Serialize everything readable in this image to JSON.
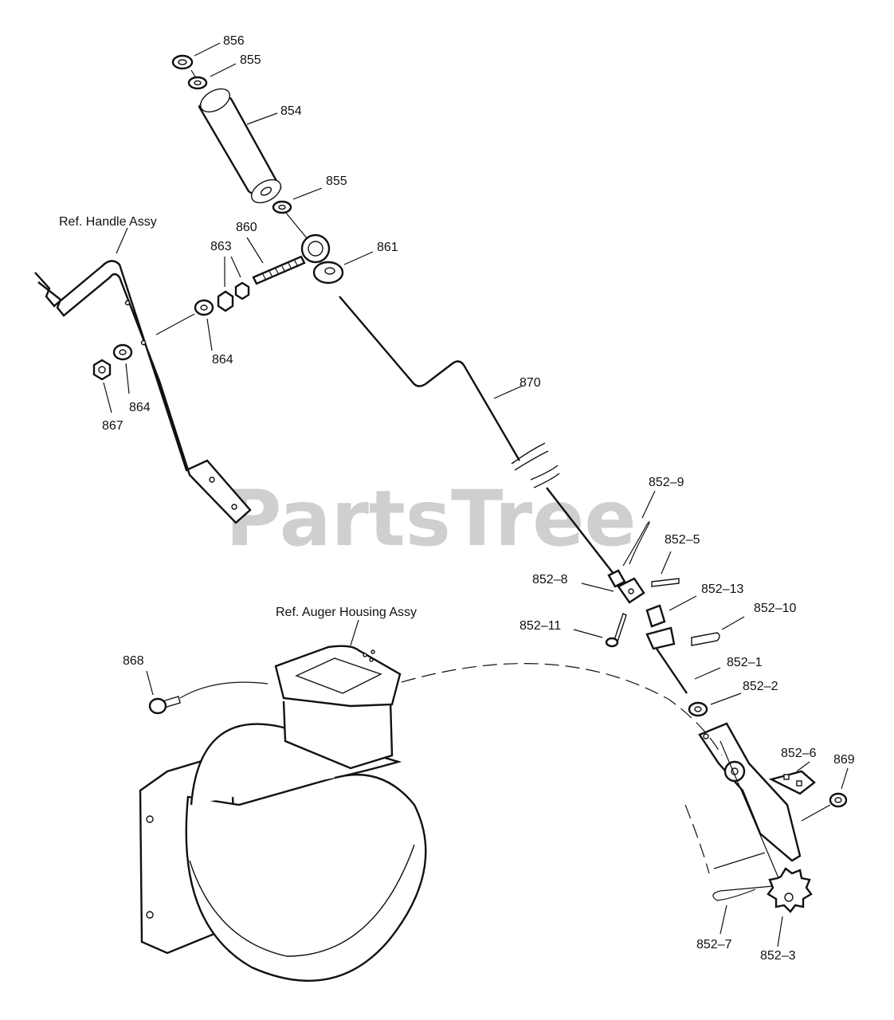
{
  "watermark": "PartsTree",
  "refs": {
    "handle": "Ref. Handle Assy",
    "auger": "Ref. Auger Housing Assy"
  },
  "labels": {
    "p856": "856",
    "p855a": "855",
    "p854": "854",
    "p855b": "855",
    "p860": "860",
    "p863": "863",
    "p861": "861",
    "p864a": "864",
    "p864b": "864",
    "p867": "867",
    "p870": "870",
    "p852_9": "852–9",
    "p852_5": "852–5",
    "p852_8": "852–8",
    "p852_13": "852–13",
    "p852_10": "852–10",
    "p852_11": "852–11",
    "p852_1": "852–1",
    "p852_2": "852–2",
    "p852_6": "852–6",
    "p869": "869",
    "p868": "868",
    "p852_7": "852–7",
    "p852_3": "852–3"
  },
  "colors": {
    "line": "#111111",
    "watermark": "#cfcfcf",
    "background": "#ffffff"
  }
}
